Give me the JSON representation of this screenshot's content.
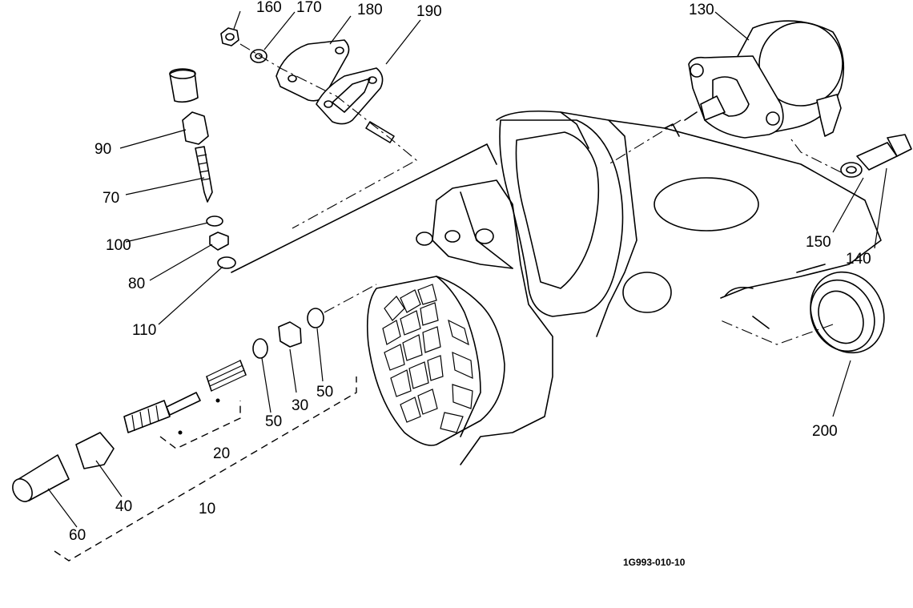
{
  "drawing_ref": "1G993-010-10",
  "callouts": {
    "c10": "10",
    "c20": "20",
    "c30": "30",
    "c40": "40",
    "c50a": "50",
    "c50b": "50",
    "c60": "60",
    "c70": "70",
    "c80": "80",
    "c90": "90",
    "c100": "100",
    "c110": "110",
    "c130": "130",
    "c140": "140",
    "c150": "150",
    "c160": "160",
    "c170": "170",
    "c180": "180",
    "c190": "190",
    "c200": "200"
  }
}
